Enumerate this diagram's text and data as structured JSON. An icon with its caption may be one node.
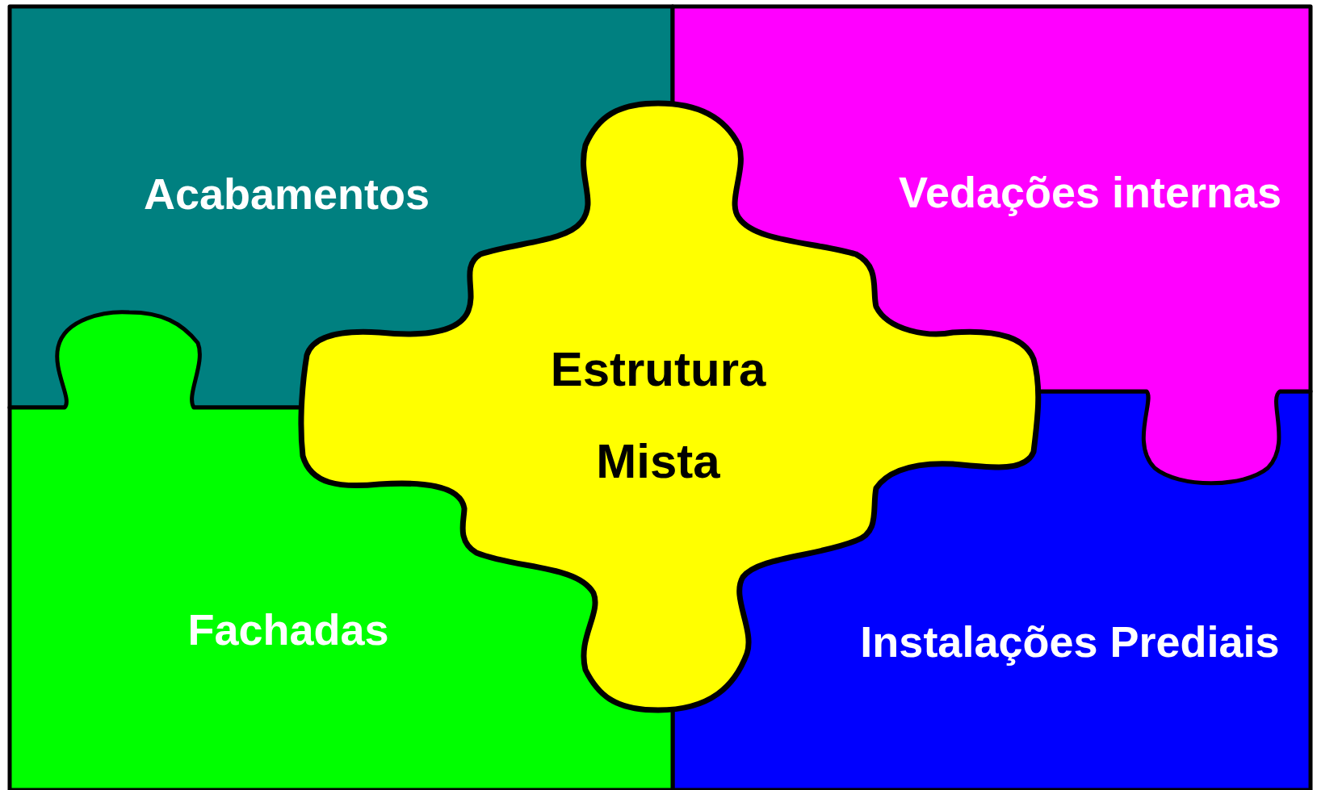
{
  "diagram": {
    "nodes": [
      {
        "text": [
          "Acabamentos"
        ]
      },
      {
        "text": [
          "Vedações internas"
        ]
      },
      {
        "text": [
          "Estrutura Mista"
        ]
      },
      {
        "text": [
          "Fachadas"
        ]
      },
      {
        "text": [
          "Instalações Prediais"
        ]
      }
    ]
  }
}
